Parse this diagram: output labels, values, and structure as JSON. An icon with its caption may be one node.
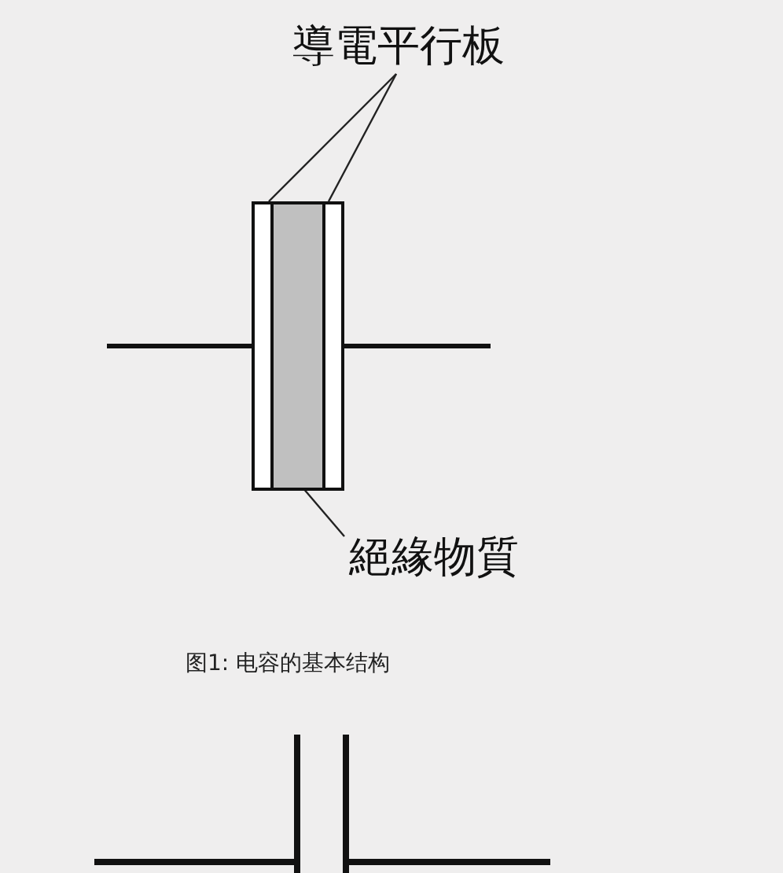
{
  "diagram": {
    "caption": "图1: 电容的基本结构",
    "nodes": [
      {
        "text": [
          "導電平行板"
        ]
      },
      {
        "text": [],
        "shape": "box"
      },
      {
        "text": [],
        "shape": "box"
      },
      {
        "text": [],
        "shape": "box"
      },
      {
        "text": [
          "絕緣物質"
        ]
      }
    ],
    "edges": [
      {
        "from": 0,
        "to": 1,
        "arrow": "none"
      },
      {
        "from": 0,
        "to": 3,
        "arrow": "none"
      },
      {
        "from": 4,
        "to": 2,
        "arrow": "none"
      }
    ]
  }
}
